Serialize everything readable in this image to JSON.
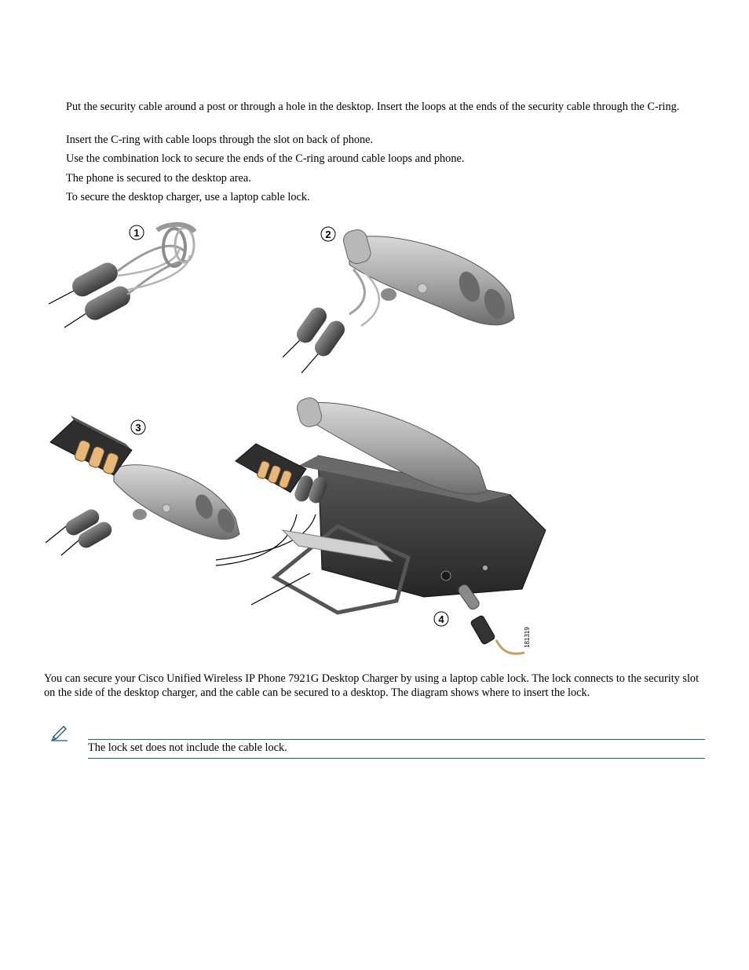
{
  "steps": [
    "Put the security cable around a post or through a hole in the desktop. Insert the loops at the ends of the security cable through the C-ring.",
    "Insert the C-ring with cable loops through the slot on back of phone.",
    "Use the combination lock to secure the ends of the C-ring around cable loops and phone.",
    "The phone is secured to the desktop area.",
    "To secure the desktop charger, use a laptop cable lock."
  ],
  "figure": {
    "callouts": [
      "1",
      "2",
      "3",
      "4"
    ],
    "figure_id": "181319"
  },
  "paragraph": "You can secure your Cisco Unified Wireless IP Phone 7921G Desktop Charger by using a laptop cable lock. The lock connects to the security slot on the side of the desktop charger, and the cable can be secured to a desktop. The diagram shows where to insert the lock.",
  "note": {
    "icon": "pencil-note-icon",
    "text": "The lock set does not include the cable lock."
  },
  "colors": {
    "rule": "#1f5d7a",
    "phone_body": "#a9a9a9",
    "charger": "#3c3c3c",
    "cable_grip": "#5a5a5a",
    "battery_contacts": "#e6b87a"
  }
}
